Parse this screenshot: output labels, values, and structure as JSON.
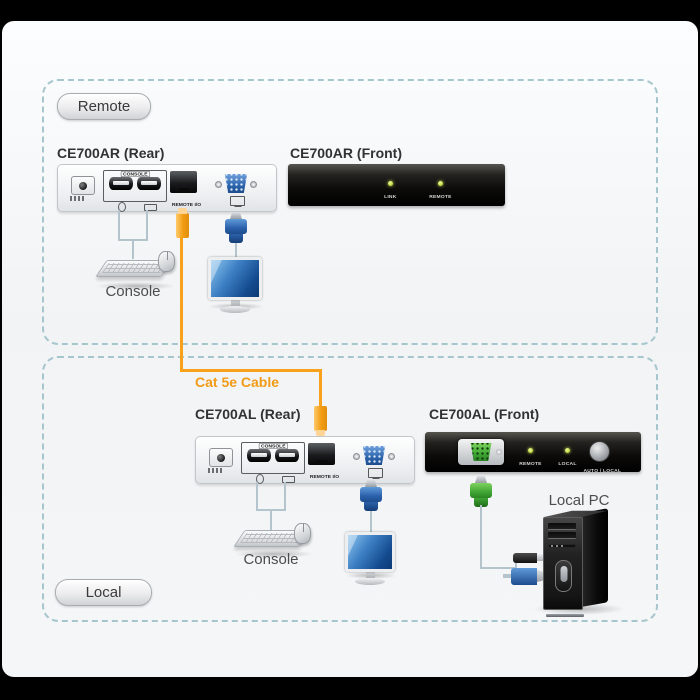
{
  "zones": {
    "remote": {
      "label": "Remote"
    },
    "local": {
      "label": "Local"
    }
  },
  "devices": {
    "ar_rear": {
      "title": "CE700AR (Rear)",
      "console_label": "CONSOLE",
      "remote_io_label": "REMOTE I/O"
    },
    "ar_front": {
      "title": "CE700AR (Front)",
      "led_link": "LINK",
      "led_remote": "REMOTE"
    },
    "al_rear": {
      "title": "CE700AL (Rear)",
      "console_label": "CONSOLE",
      "remote_io_label": "REMOTE I/O"
    },
    "al_front": {
      "title": "CE700AL (Front)",
      "led_remote": "REMOTE",
      "led_local": "LOCAL",
      "button_label": "AUTO / LOCAL"
    }
  },
  "cables": {
    "cat5e": "Cat 5e Cable"
  },
  "peripherals": {
    "remote_console": {
      "label": "Console"
    },
    "local_console": {
      "label": "Console"
    },
    "local_pc": {
      "label": "Local PC"
    }
  },
  "icons": {
    "power_jack": "power-jack-icon",
    "usb_port": "usb-port-icon",
    "mouse": "mouse-icon",
    "keyboard": "keyboard-icon",
    "monitor": "monitor-icon",
    "rj45_port": "rj45-port-icon",
    "vga_port": "vga-port-icon",
    "led": "led-indicator",
    "push_button": "auto-local-button"
  },
  "colors": {
    "cable_orange": "#f7a21a",
    "vga_blue": "#2c64ad",
    "vga_green": "#3fa634",
    "led_green": "#c8e457",
    "dashed_border": "#a5c6cc",
    "panel_bg": "#f4f6f7",
    "letterbox": "#000000"
  }
}
